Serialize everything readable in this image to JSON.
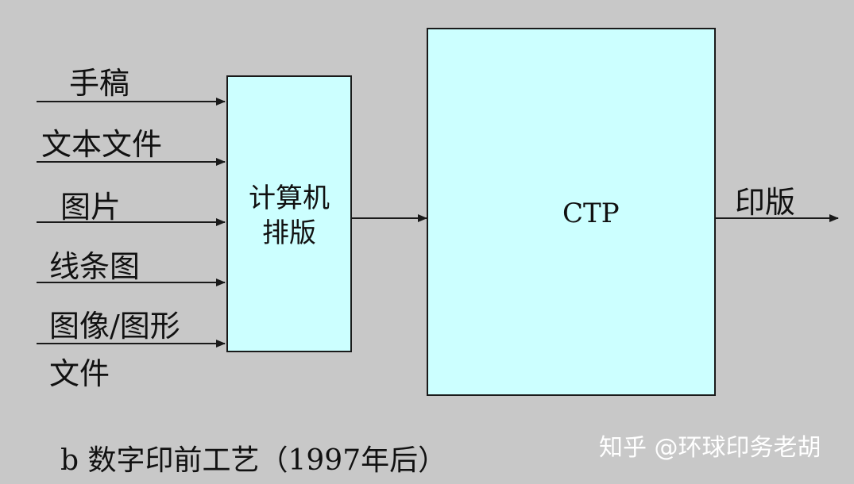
{
  "inputs": [
    {
      "label": "手稿"
    },
    {
      "label": "文本文件"
    },
    {
      "label": "图片"
    },
    {
      "label": "线条图"
    },
    {
      "label": "图像/图形",
      "label_line2": "文件"
    }
  ],
  "process_box": {
    "line1": "计算机",
    "line2": "排版"
  },
  "ctp_box": {
    "label": "CTP"
  },
  "output": {
    "label": "印版"
  },
  "caption": "b  数字印前工艺（1997年后）",
  "watermark": "知乎 @环球印务老胡",
  "colors": {
    "background": "#c8c8c8",
    "box_fill": "#ccffff",
    "line": "#1a1a1a"
  }
}
